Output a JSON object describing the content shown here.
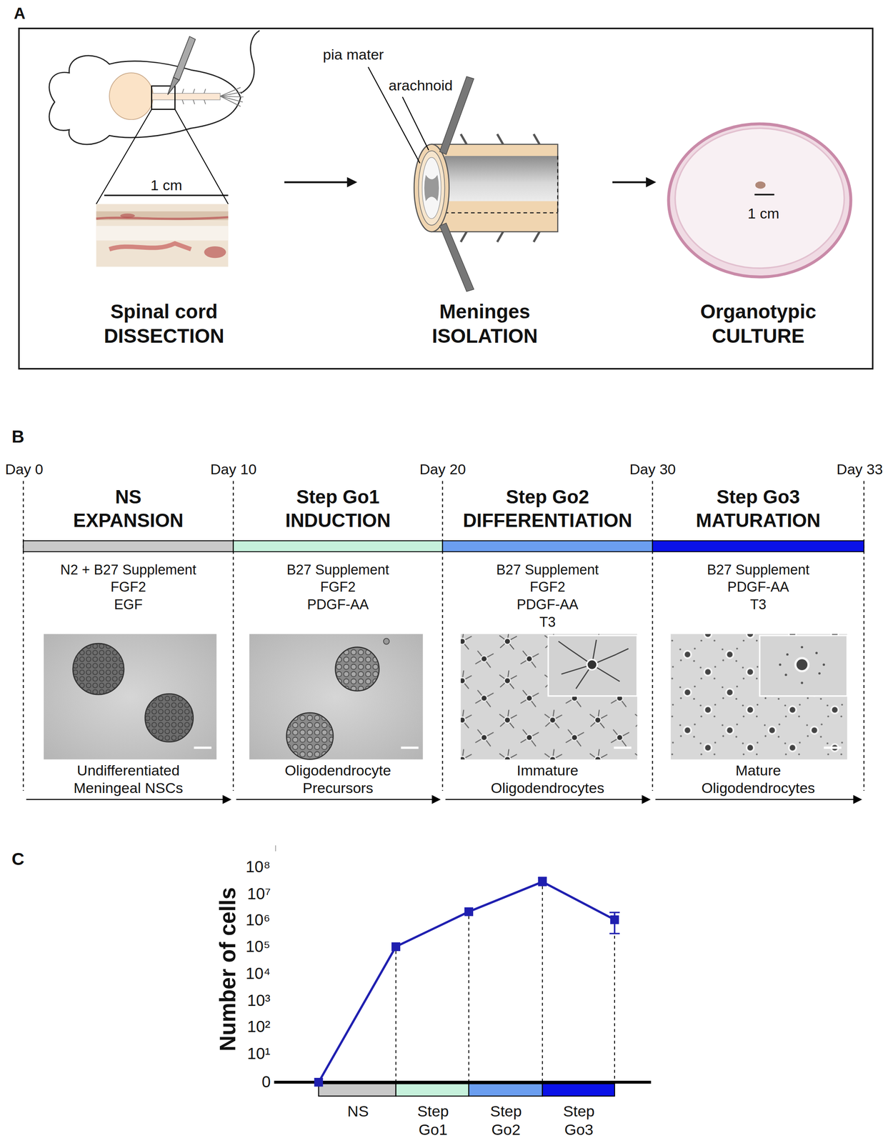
{
  "diagram": {
    "nodes": [
      {
        "text": [
          "A"
        ]
      },
      {
        "text": [
          "Spinal cord DISSECTION"
        ],
        "in": 0
      },
      {
        "text": [
          "Meninges ISOLATION"
        ],
        "in": 0
      },
      {
        "text": [
          "Organotypic CULTURE"
        ],
        "in": 0
      },
      {
        "text": [
          "NS",
          "EXPANSION",
          "N2 + B27 Supplement",
          "FGF2",
          "EGF",
          "Undifferentiated Meningeal NSCs"
        ]
      },
      {
        "text": [
          "Step Go1",
          "INDUCTION",
          "B27 Supplement",
          "FGF2",
          "PDGF-AA",
          "Oligodendrocyte Precursors"
        ]
      },
      {
        "text": [
          "Step Go2",
          "DIFFERENTIATION",
          "B27 Supplement",
          "FGF2",
          "PDGF-AA",
          "T3",
          "Immature Oligodendrocytes"
        ]
      },
      {
        "text": [
          "Step Go3",
          "MATURATION",
          "B27 Supplement",
          "PDGF-AA",
          "T3",
          "Mature Oligodendrocytes"
        ]
      }
    ],
    "edges": [
      {
        "from": 1,
        "to": 2,
        "arrow": "to"
      },
      {
        "from": 2,
        "to": 3,
        "arrow": "to"
      }
    ],
    "labels": [
      "1 cm",
      "pia mater",
      "arachnoid",
      "1 cm",
      "B",
      "Day 0",
      "Day 10",
      "Day 20",
      "Day 30",
      "Day 33",
      "C",
      "Number of cells",
      "10⁸",
      "10⁷",
      "10⁶",
      "10⁵",
      "10⁴",
      "10³",
      "10²",
      "10¹",
      "0",
      "NS",
      "Step Go1",
      "Step Go2",
      "Step Go3"
    ]
  }
}
